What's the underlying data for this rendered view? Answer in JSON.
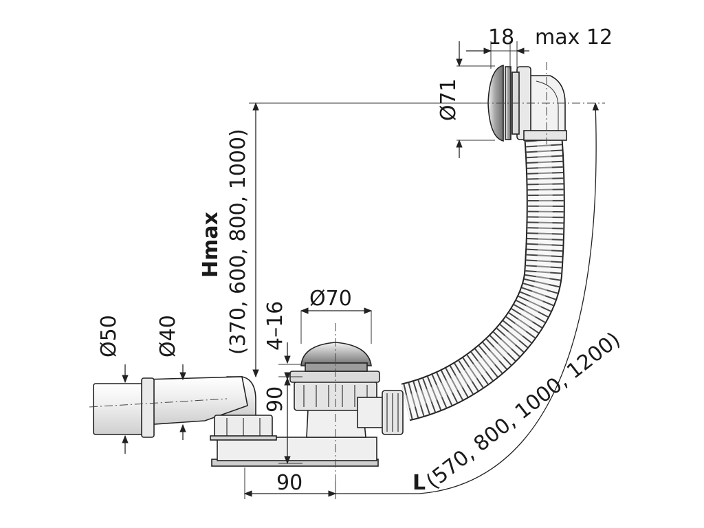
{
  "labels": {
    "d50": "Ø50",
    "d40": "Ø40",
    "d70": "Ø70",
    "d71": "Ø71",
    "dim18": "18",
    "max12": "max 12",
    "hmax_title": "Hmax",
    "hmax_values": "(370, 600, 800, 1000)",
    "range_4_16": "4–16",
    "h90": "90",
    "w90": "90",
    "l_title": "L",
    "l_values": "(570, 800, 1000, 1200)"
  },
  "colors": {
    "metal_light": "#e2e2e2",
    "metal_mid": "#a8a8a8",
    "metal_dark": "#6e6e6e",
    "plastic": "#f2f2f2",
    "line": "#222222"
  }
}
